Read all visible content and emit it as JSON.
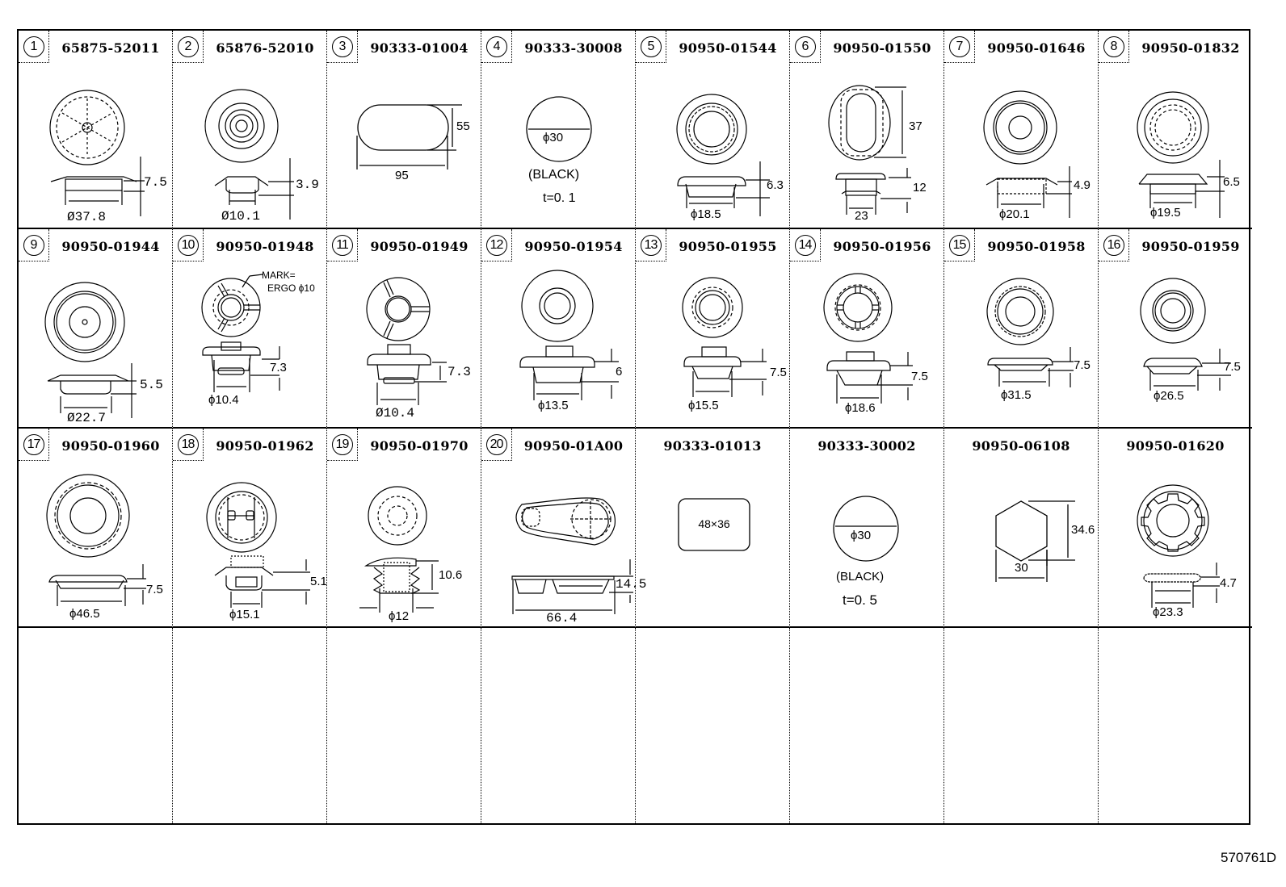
{
  "diagram": {
    "title": "Hole plug / grommet parts chart",
    "figure_code": "570761D",
    "cells": [
      {
        "index": "1",
        "part_no": "65875-52011",
        "dims": {
          "height": "7.5",
          "diameter": "Ø37.8"
        }
      },
      {
        "index": "2",
        "part_no": "65876-52010",
        "dims": {
          "height": "3.9",
          "diameter": "Ø10.1"
        }
      },
      {
        "index": "3",
        "part_no": "90333-01004",
        "dims": {
          "width": "95",
          "height": "55"
        }
      },
      {
        "index": "4",
        "part_no": "90333-30008",
        "dims": {
          "diameter": "ϕ30",
          "color": "(BLACK)",
          "thickness": "t=0. 1"
        }
      },
      {
        "index": "5",
        "part_no": "90950-01544",
        "dims": {
          "height": "6.3",
          "diameter": "ϕ18.5"
        }
      },
      {
        "index": "6",
        "part_no": "90950-01550",
        "dims": {
          "length": "37",
          "height": "12",
          "width": "23"
        }
      },
      {
        "index": "7",
        "part_no": "90950-01646",
        "dims": {
          "height": "4.9",
          "diameter": "ϕ20.1"
        }
      },
      {
        "index": "8",
        "part_no": "90950-01832",
        "dims": {
          "height": "6.5",
          "diameter": "ϕ19.5"
        }
      },
      {
        "index": "9",
        "part_no": "90950-01944",
        "dims": {
          "height": "5.5",
          "diameter": "Ø22.7"
        }
      },
      {
        "index": "10",
        "part_no": "90950-01948",
        "dims": {
          "mark_1": "MARK=",
          "mark_2": "ERGO ϕ10",
          "height": "7.3",
          "diameter": "ϕ10.4"
        }
      },
      {
        "index": "11",
        "part_no": "90950-01949",
        "dims": {
          "height": "7.3",
          "diameter": "Ø10.4"
        }
      },
      {
        "index": "12",
        "part_no": "90950-01954",
        "dims": {
          "height": "6",
          "diameter": "ϕ13.5"
        }
      },
      {
        "index": "13",
        "part_no": "90950-01955",
        "dims": {
          "height": "7.5",
          "diameter": "ϕ15.5"
        }
      },
      {
        "index": "14",
        "part_no": "90950-01956",
        "dims": {
          "height": "7.5",
          "diameter": "ϕ18.6"
        }
      },
      {
        "index": "15",
        "part_no": "90950-01958",
        "dims": {
          "height": "7.5",
          "diameter": "ϕ31.5"
        }
      },
      {
        "index": "16",
        "part_no": "90950-01959",
        "dims": {
          "height": "7.5",
          "diameter": "ϕ26.5"
        }
      },
      {
        "index": "17",
        "part_no": "90950-01960",
        "dims": {
          "height": "7.5",
          "diameter": "ϕ46.5"
        }
      },
      {
        "index": "18",
        "part_no": "90950-01962",
        "dims": {
          "height": "5.1",
          "diameter": "ϕ15.1"
        }
      },
      {
        "index": "19",
        "part_no": "90950-01970",
        "dims": {
          "height": "10.6",
          "diameter": "ϕ12"
        }
      },
      {
        "index": "20",
        "part_no": "90950-01A00",
        "dims": {
          "height": "14.5",
          "width": "66.4"
        }
      },
      {
        "index": "",
        "part_no": "90333-01013",
        "dims": {
          "size": "48×36"
        }
      },
      {
        "index": "",
        "part_no": "90333-30002",
        "dims": {
          "diameter": "ϕ30",
          "color": "(BLACK)",
          "thickness": "t=0. 5"
        }
      },
      {
        "index": "",
        "part_no": "90950-06108",
        "dims": {
          "height": "34.6",
          "width": "30"
        }
      },
      {
        "index": "",
        "part_no": "90950-01620",
        "dims": {
          "height": "4.7",
          "diameter": "ϕ23.3"
        }
      }
    ]
  }
}
